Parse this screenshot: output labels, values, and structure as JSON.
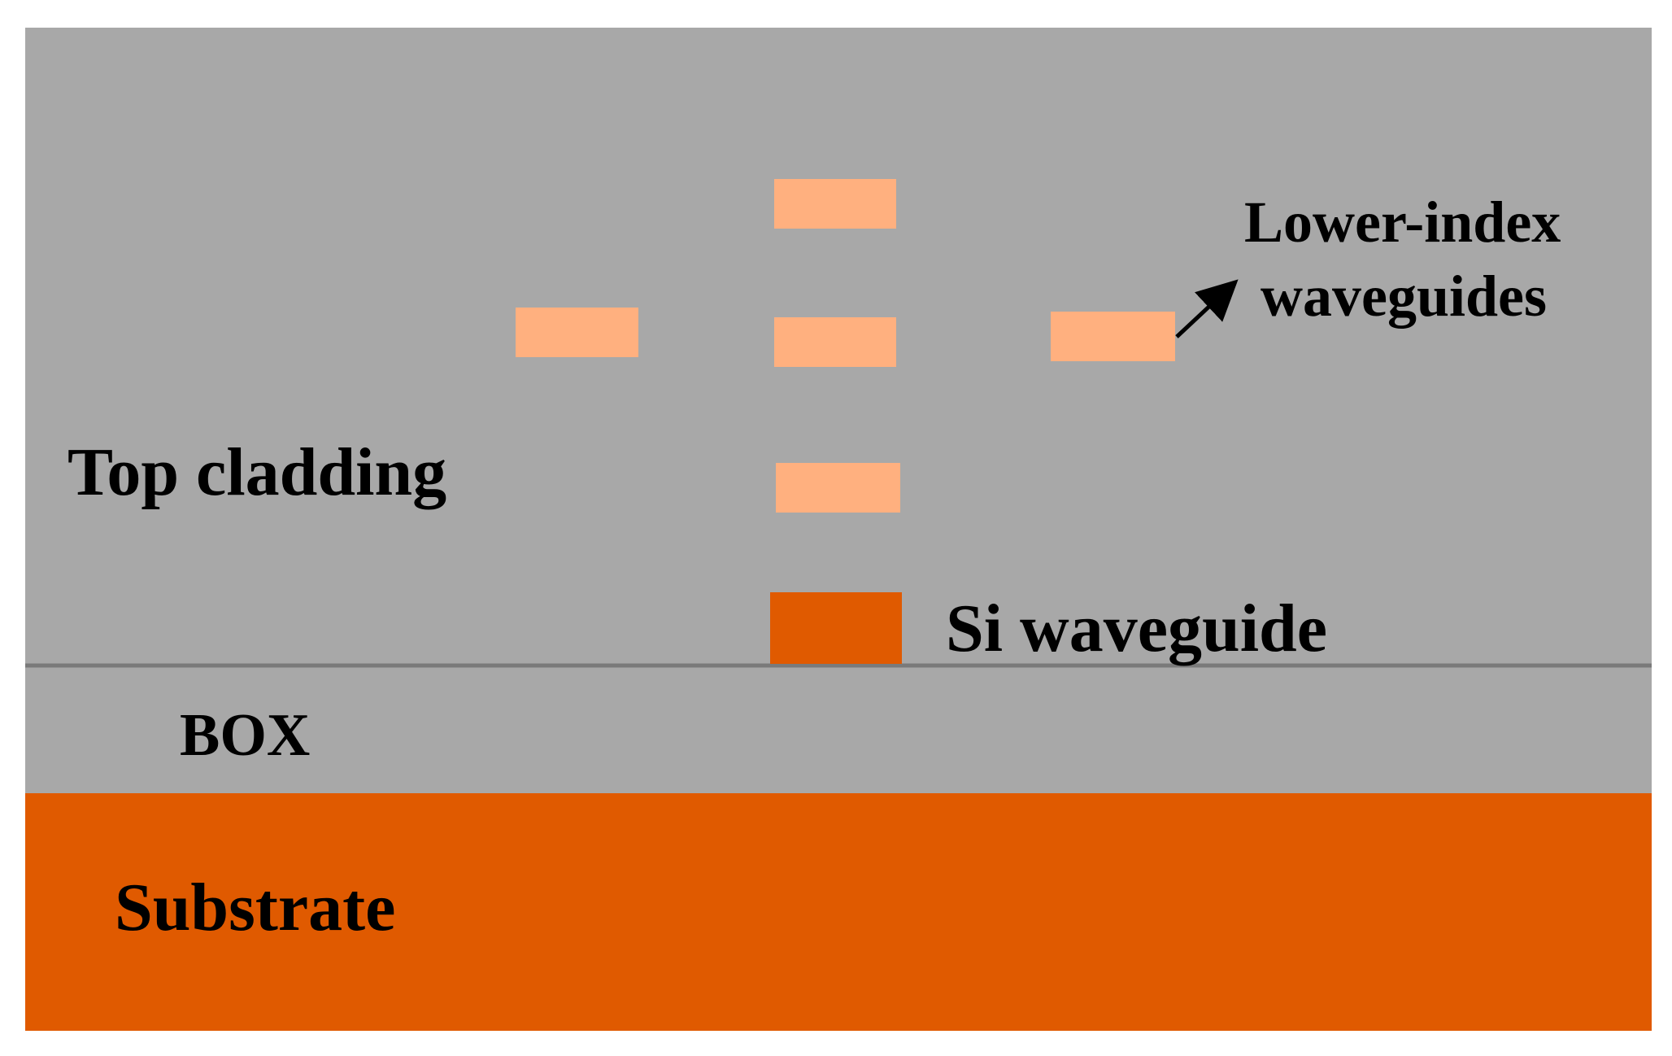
{
  "labels": {
    "top_cladding": "Top cladding",
    "box": "BOX",
    "substrate": "Substrate",
    "si_waveguide": "Si waveguide",
    "lower_index_line1": "Lower-index",
    "lower_index_line2": "waveguides"
  },
  "colors": {
    "cladding": "#a8a8a8",
    "box": "#a8a8a8",
    "substrate": "#e05a00",
    "si_waveguide": "#e05a00",
    "lower_index_waveguide": "#ffb07f",
    "interface_line": "#7a7a7a",
    "text": "#000000",
    "arrow": "#000000"
  }
}
